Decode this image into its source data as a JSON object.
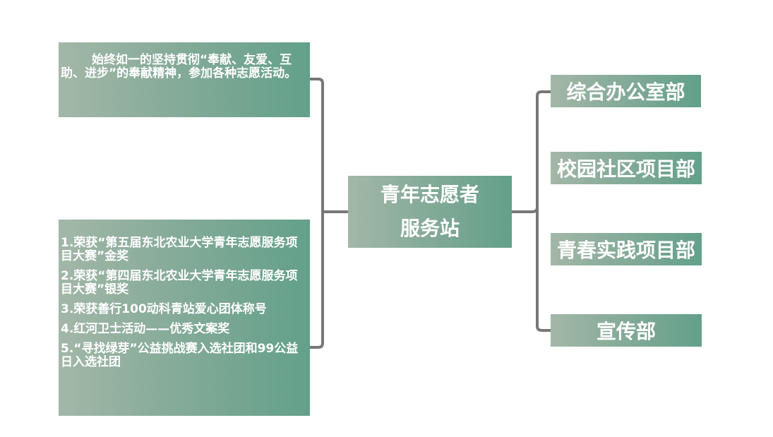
{
  "center": {
    "line1": "青年志愿者",
    "line2": "服务站"
  },
  "motto": "始终如一的坚持贯彻“奉献、友爱、互助、进步”的奉献精神，参加各种志愿活动。",
  "awards": [
    "1.荣获“第五届东北农业大学青年志愿服务项目大赛”金奖",
    "2.荣获“第四届东北农业大学青年志愿服务项目大赛”银奖",
    "3.荣获善行100动科青站爱心团体称号",
    "4.红河卫士活动——优秀文案奖",
    "5.“寻找绿芽”公益挑战赛入选社团和99公益日入选社团"
  ],
  "departments": [
    "综合办公室部",
    "校园社区项目部",
    "青春实践项目部",
    "宣传部"
  ],
  "colors": {
    "box_gradient_start": "#a3b7a8",
    "box_gradient_end": "#63a08a",
    "connector": "#777777",
    "text": "#ffffff"
  }
}
